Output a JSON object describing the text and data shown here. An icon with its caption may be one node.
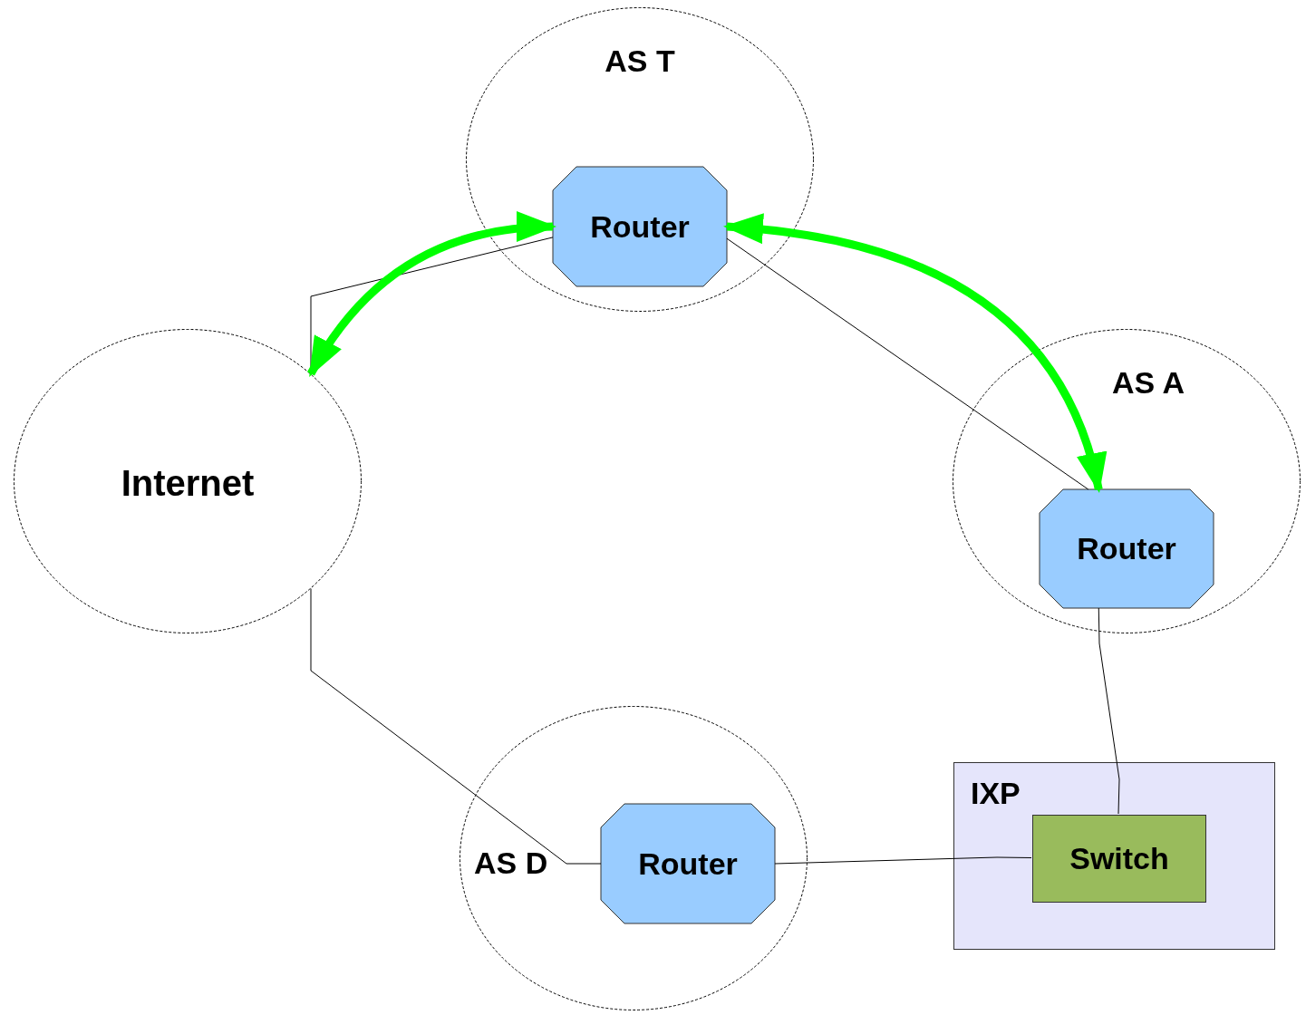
{
  "diagram": {
    "nodes": [
      {
        "text": [
          "AS T"
        ]
      },
      {
        "text": [
          "Router"
        ],
        "in": 0
      },
      {
        "text": [
          "Internet"
        ]
      },
      {
        "text": [
          "AS A"
        ]
      },
      {
        "text": [
          "Router"
        ],
        "in": 3
      },
      {
        "text": [
          "AS D"
        ]
      },
      {
        "text": [
          "Router"
        ],
        "in": 5
      },
      {
        "text": [
          "IXP"
        ]
      },
      {
        "text": [
          "Switch"
        ],
        "in": 7
      }
    ],
    "edges": [
      {
        "from": 1,
        "to": 2,
        "arrow": "none"
      },
      {
        "from": 1,
        "to": 2,
        "arrow": "both",
        "style": "thick",
        "color": "#00ff00"
      },
      {
        "from": 1,
        "to": 4,
        "arrow": "none"
      },
      {
        "from": 1,
        "to": 4,
        "arrow": "both",
        "style": "thick",
        "color": "#00ff00"
      },
      {
        "from": 2,
        "to": 6,
        "arrow": "none"
      },
      {
        "from": 4,
        "to": 8,
        "arrow": "none"
      },
      {
        "from": 6,
        "to": 8,
        "arrow": "none"
      }
    ]
  }
}
